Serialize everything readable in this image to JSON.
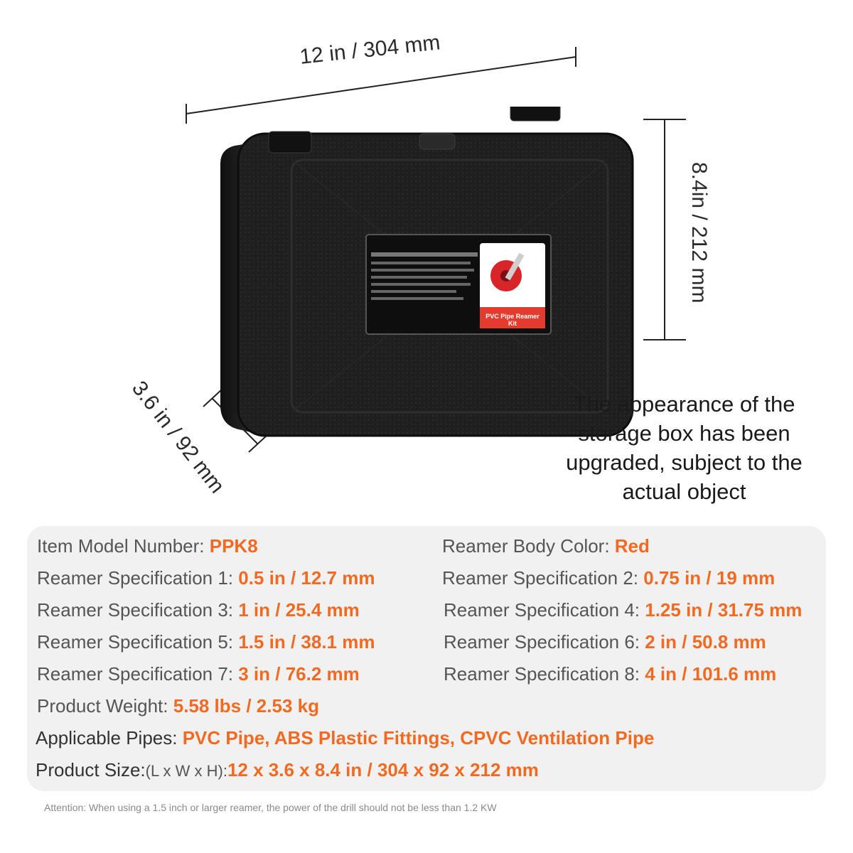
{
  "dimensions": {
    "length": "12 in / 304 mm",
    "height": "8.4in / 212 mm",
    "depth": "3.6 in / 92 mm"
  },
  "label_card": {
    "title": "PVC Pipe Reamer Kit"
  },
  "note": "The appearance of the storage box has been upgraded, subject to the actual object",
  "specs": {
    "model_label": "Item Model Number: ",
    "model_value": "PPK8",
    "color_label": "Reamer Body Color: ",
    "color_value": "Red",
    "spec1_label": "Reamer Specification 1: ",
    "spec1_value": "0.5 in / 12.7 mm",
    "spec2_label": "Reamer Specification 2: ",
    "spec2_value": "0.75 in / 19 mm",
    "spec3_label": "Reamer Specification 3: ",
    "spec3_value": "1 in / 25.4 mm",
    "spec4_label": "Reamer Specification 4: ",
    "spec4_value": "1.25 in / 31.75 mm",
    "spec5_label": "Reamer Specification 5: ",
    "spec5_value": "1.5 in / 38.1 mm",
    "spec6_label": "Reamer Specification 6: ",
    "spec6_value": "2 in / 50.8 mm",
    "spec7_label": "Reamer Specification 7: ",
    "spec7_value": "3 in / 76.2 mm",
    "spec8_label": "Reamer Specification 8: ",
    "spec8_value": "4 in / 101.6 mm",
    "weight_label": "Product Weight: ",
    "weight_value": "5.58 lbs / 2.53 kg",
    "pipes_label": "Applicable Pipes: ",
    "pipes_value": "PVC Pipe, ABS Plastic Fittings, CPVC Ventilation Pipe",
    "size_label": "Product Size:",
    "size_sub": "(L x W x H):",
    "size_value": "12 x 3.6 x 8.4 in / 304 x 92 x 212 mm"
  },
  "footer": "Attention: When using a 1.5 inch or larger reamer, the power of the drill should not be less than 1.2 KW",
  "colors": {
    "accent": "#f26a21",
    "case": "#1c1c1c",
    "panel": "#f1f1f1"
  }
}
